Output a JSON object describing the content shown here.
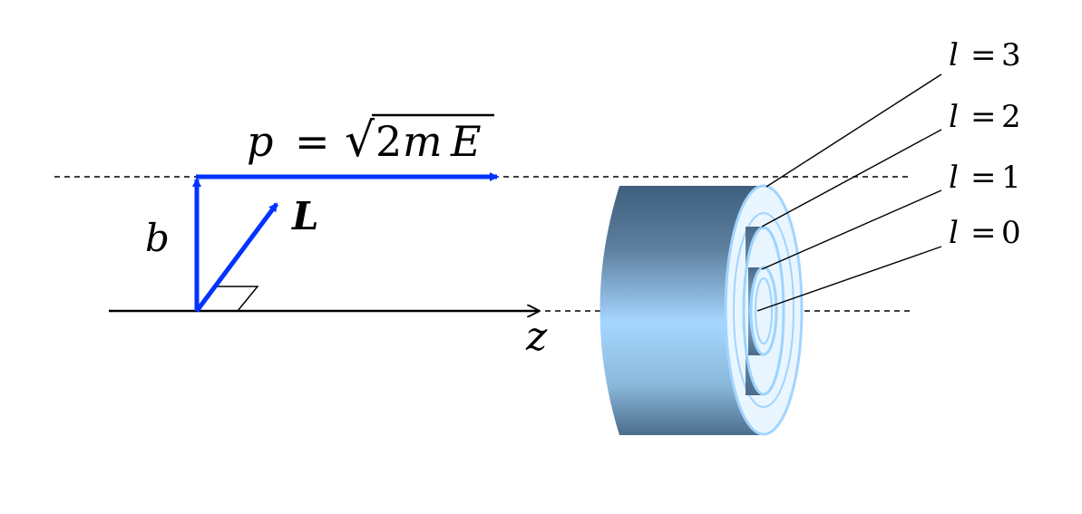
{
  "momentum": {
    "p": "p",
    "eq": "=",
    "sqrt_sign": "√",
    "two": "2",
    "m": "m",
    "E": "E"
  },
  "impact_parameter": "b",
  "angular_momentum": "L",
  "axis": "z",
  "shells": [
    {
      "l": "l",
      "eq": "=",
      "n": "3"
    },
    {
      "l": "l",
      "eq": "=",
      "n": "2"
    },
    {
      "l": "l",
      "eq": "=",
      "n": "1"
    },
    {
      "l": "l",
      "eq": "=",
      "n": "0"
    }
  ],
  "colors": {
    "vector": "#0033ff",
    "line": "#000000",
    "cyl_dark": "#4a6a8a",
    "cyl_light": "#a8d6ff",
    "face": "#eaf6ff",
    "ring": "#9dd4ff"
  }
}
